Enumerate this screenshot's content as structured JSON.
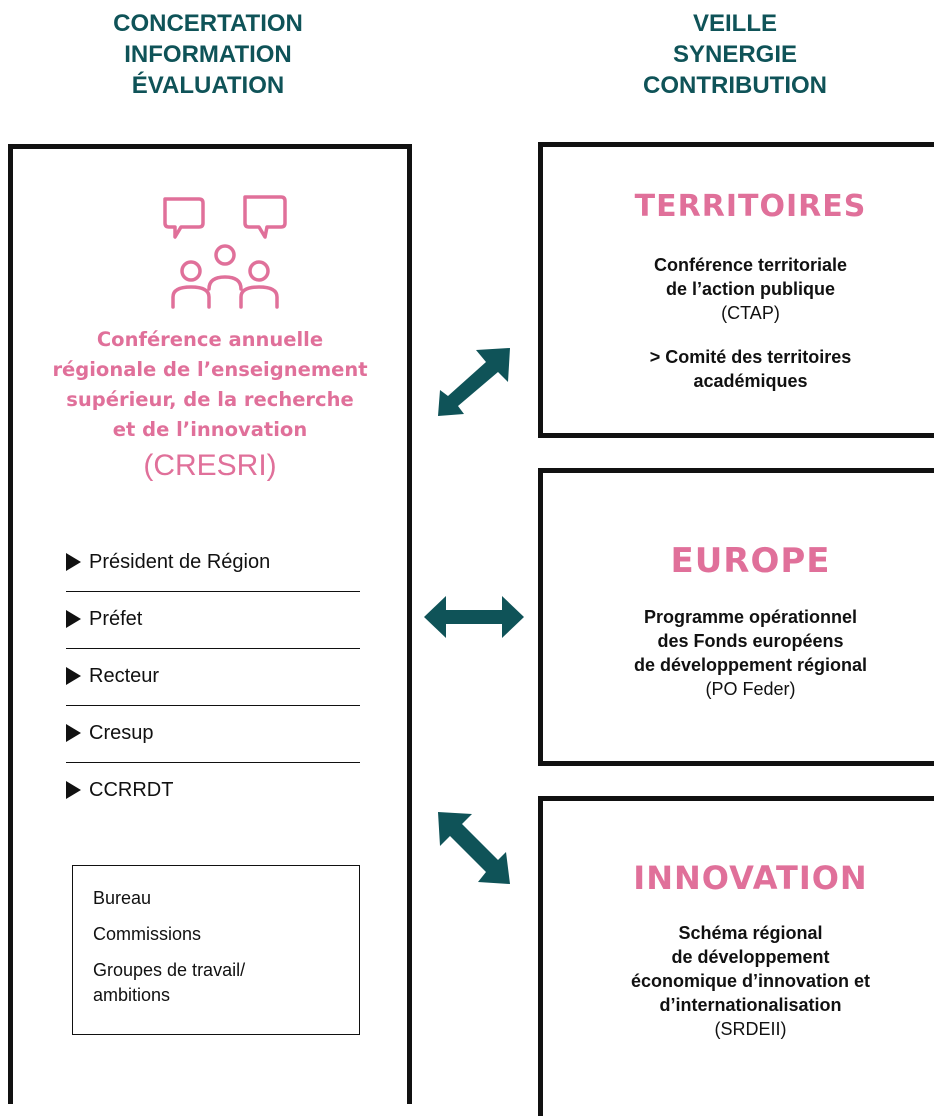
{
  "headers": {
    "left": [
      "CONCERTATION",
      "INFORMATION",
      "ÉVALUATION"
    ],
    "right": [
      "VEILLE",
      "SYNERGIE",
      "CONTRIBUTION"
    ]
  },
  "cresri": {
    "icon": "discussion-people-icon",
    "title_lines": [
      "Conférence annuelle",
      "régionale de l’enseignement",
      "supérieur, de la recherche",
      "et de l’innovation"
    ],
    "abbr": "(CRESRI)",
    "members": [
      "Président de Région",
      "Préfet",
      "Recteur",
      "Cresup",
      "CCRRDT"
    ],
    "bodies": [
      "Bureau",
      "Commissions",
      "Groupes de travail/",
      "ambitions"
    ]
  },
  "territoires": {
    "title": "TERRITOIRES",
    "bold_lines": [
      "Conférence territoriale",
      "de l’action publique"
    ],
    "abbr": "(CTAP)",
    "sub_lines": [
      "> Comité des territoires",
      "académiques"
    ]
  },
  "europe": {
    "title": "EUROPE",
    "bold_lines": [
      "Programme opérationnel",
      "des Fonds européens",
      "de développement régional"
    ],
    "abbr": "(PO Feder)"
  },
  "innovation": {
    "title": "INNOVATION",
    "bold_lines": [
      "Schéma régional",
      "de développement",
      "économique d’innovation et",
      "d’internationalisation"
    ],
    "abbr": "(SRDEII)"
  },
  "colors": {
    "heading": "#0f5358",
    "accent_pink": "#e0709a",
    "arrow": "#0f5358",
    "border": "#111111"
  },
  "arrows": [
    "diagonal-arrow-up-right",
    "horizontal-double-arrow",
    "diagonal-arrow-down-right"
  ]
}
